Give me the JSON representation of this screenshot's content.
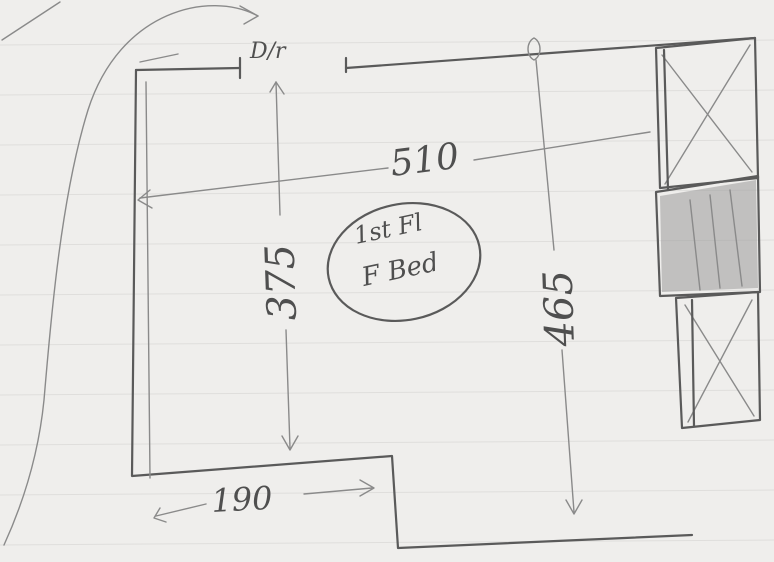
{
  "labels": {
    "door": "D/r",
    "width_total": "510",
    "depth_left": "375",
    "depth_right": "465",
    "width_bottom": "190",
    "room_line1": "1st Fl",
    "room_line2": "F Bed"
  },
  "colors": {
    "paper": "#efeeec",
    "pencil": "#5a5a5a",
    "shading": "#7a7a7a"
  }
}
